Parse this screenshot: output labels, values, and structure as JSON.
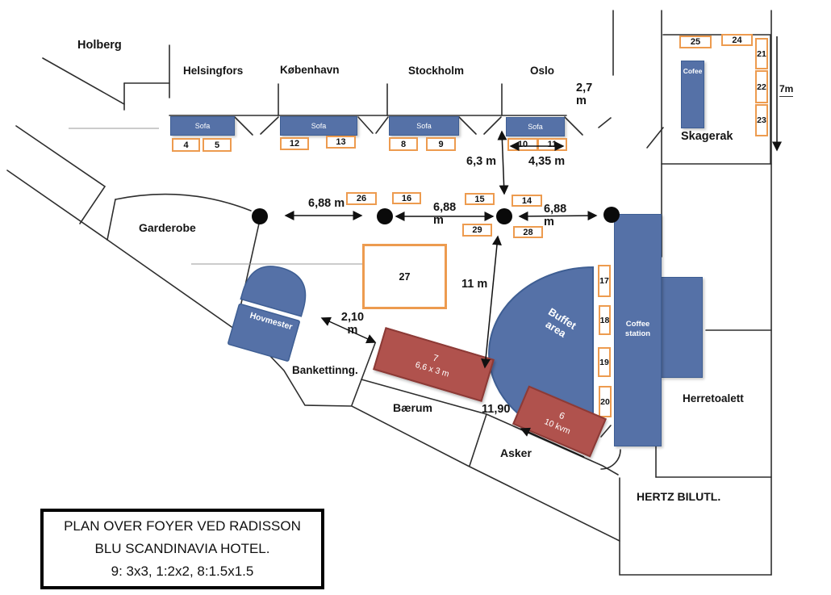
{
  "title_box": {
    "line1": "PLAN OVER FOYER VED RADISSON",
    "line2": "BLU SCANDINAVIA HOTEL.",
    "line3": "9: 3x3, 1:2x2, 8:1.5x1.5"
  },
  "rooms": {
    "holberg": "Holberg",
    "helsingfors": "Helsingfors",
    "kobenhavn": "København",
    "stockholm": "Stockholm",
    "oslo": "Oslo",
    "skagerak": "Skagerak",
    "garderobe": "Garderobe",
    "bankett": "Bankettinng.",
    "baerum": "Bærum",
    "asker": "Asker",
    "herretoalett": "Herretoalett",
    "hertz": "HERTZ BILUTL."
  },
  "measurements": {
    "m27": "2,7",
    "m27_unit": "m",
    "m7": "7m",
    "m63": "6,3 m",
    "m435": "4,35 m",
    "m688_1": "6,88 m",
    "m688_2": "6,88",
    "m688_2_unit": "m",
    "m688_3": "6,88",
    "m688_3_unit": "m",
    "m11": "11 m",
    "m210": "2,10",
    "m210_unit": "m",
    "m1190": "11,90"
  },
  "furniture": {
    "sofa": "Sofa",
    "hovmester": "Hovmester",
    "buffet_l1": "Buffet",
    "buffet_l2": "area",
    "coffee_l1": "Coffee",
    "coffee_l2": "station",
    "cofee": "Cofee",
    "t7_num": "7",
    "t7_size": "6,6 x 3 m",
    "t6_num": "6",
    "t6_size": "10 kvm"
  },
  "box_numbers": {
    "4": "4",
    "5": "5",
    "8": "8",
    "9": "9",
    "10": "10",
    "11": "11",
    "12": "12",
    "13": "13",
    "14": "14",
    "15": "15",
    "16": "16",
    "17": "17",
    "18": "18",
    "19": "19",
    "20": "20",
    "21": "21",
    "22": "22",
    "23": "23",
    "24": "24",
    "25": "25",
    "26": "26",
    "27": "27",
    "28": "28",
    "29": "29"
  },
  "colors": {
    "furniture_blue": "#5571A7",
    "furniture_blue_border": "#3E5E93",
    "table_red": "#B0524D",
    "table_red_border": "#8C3A36",
    "marker_orange": "#ED9B4F",
    "wall": "#2E2E2E"
  }
}
